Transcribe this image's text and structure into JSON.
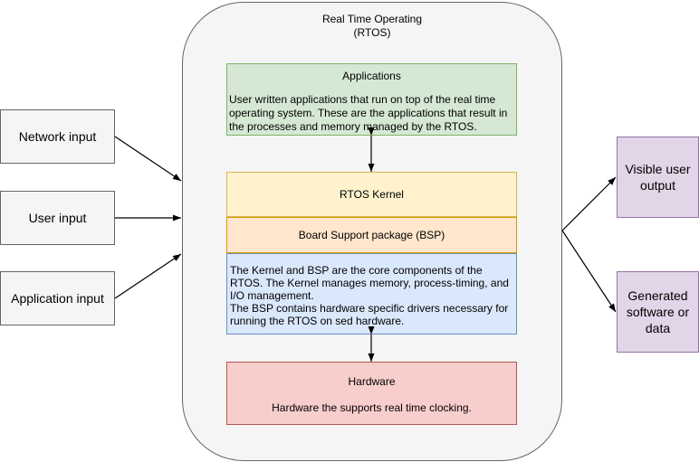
{
  "container": {
    "title": "Real Time Operating\n(RTOS)"
  },
  "inputs": [
    "Network input",
    "User input",
    "Application input"
  ],
  "outputs": [
    "Visible user output",
    "Generated software or data"
  ],
  "layers": {
    "applications": {
      "title": "Applications",
      "description": "User written applications that run on top of the real time operating system. These are the applications that result in the processes and memory managed by the RTOS."
    },
    "kernel": {
      "title": "RTOS Kernel"
    },
    "bsp": {
      "title": "Board Support package (BSP)"
    },
    "core_description": "The Kernel and BSP are the core components of the RTOS. The Kernel manages memory, process-timing, and I/O management.\nThe BSP contains hardware specific drivers necessary for running the RTOS on sed hardware.",
    "hardware": {
      "title": "Hardware",
      "description": "Hardware the supports real time clocking."
    }
  },
  "colors": {
    "container_fill": "#f5f5f5",
    "applications_fill": "#d5e8d4",
    "kernel_fill": "#fff2cc",
    "bsp_fill": "#ffe6cc",
    "core_fill": "#dae8fc",
    "hardware_fill": "#f8cecc",
    "output_fill": "#e1d5e7"
  }
}
